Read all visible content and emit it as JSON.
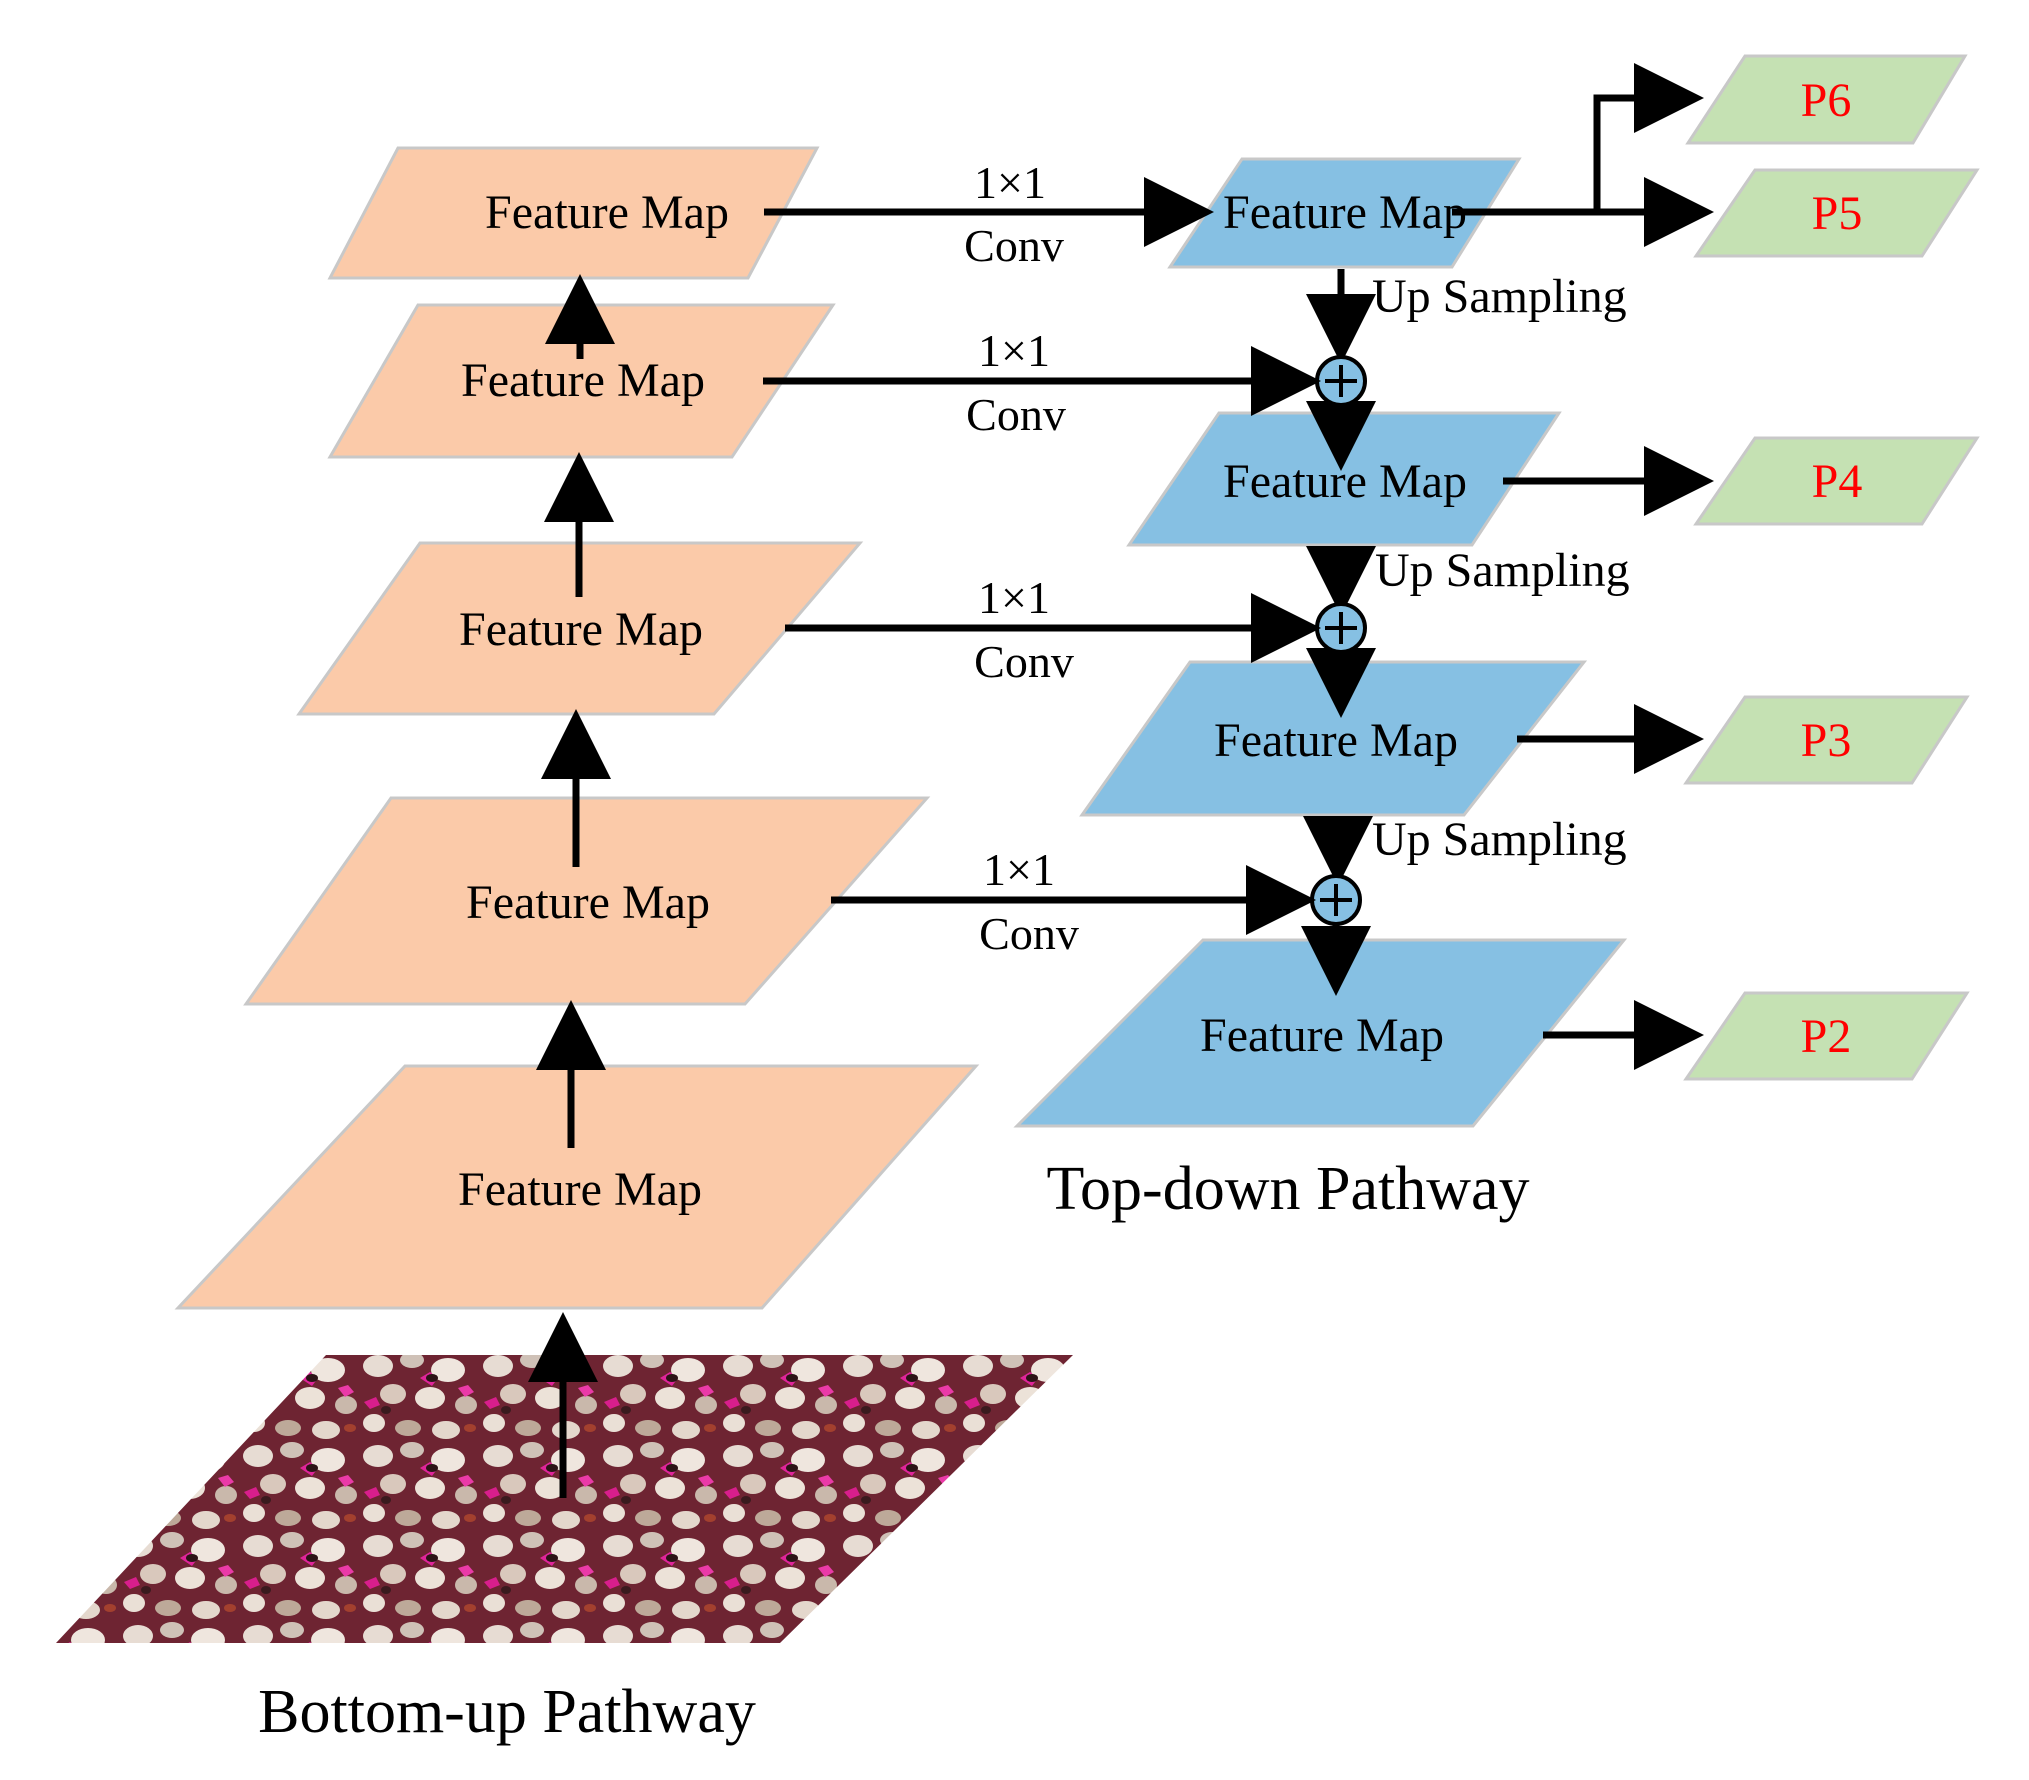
{
  "colors": {
    "bottom_up_fill": "#fbcaa9",
    "top_down_fill": "#86c0e3",
    "output_fill": "#c5e1b3",
    "output_text": "#ff0000",
    "outline": "#c8c8c8",
    "arrow": "#000000",
    "sum_node_fill": "#86c0e3"
  },
  "bottom_up": {
    "maps": [
      {
        "label": "Feature Map"
      },
      {
        "label": "Feature Map"
      },
      {
        "label": "Feature Map"
      },
      {
        "label": "Feature Map"
      },
      {
        "label": "Feature Map"
      }
    ],
    "input_image": {
      "description_icon": "rock-thin-section-micrograph"
    },
    "title": "Bottom-up Pathway"
  },
  "top_down": {
    "maps": [
      {
        "label": "Feature Map"
      },
      {
        "label": "Feature Map"
      },
      {
        "label": "Feature Map"
      },
      {
        "label": "Feature Map"
      }
    ],
    "title": "Top-down Pathway",
    "upsampling_label": "Up Sampling",
    "sum_symbol": "+"
  },
  "lateral_connections": [
    {
      "line1": "1×1",
      "line2": "Conv"
    },
    {
      "line1": "1×1",
      "line2": "Conv"
    },
    {
      "line1": "1×1",
      "line2": "Conv"
    },
    {
      "line1": "1×1",
      "line2": "Conv"
    }
  ],
  "outputs": [
    {
      "label": "P6"
    },
    {
      "label": "P5"
    },
    {
      "label": "P4"
    },
    {
      "label": "P3"
    },
    {
      "label": "P2"
    }
  ]
}
